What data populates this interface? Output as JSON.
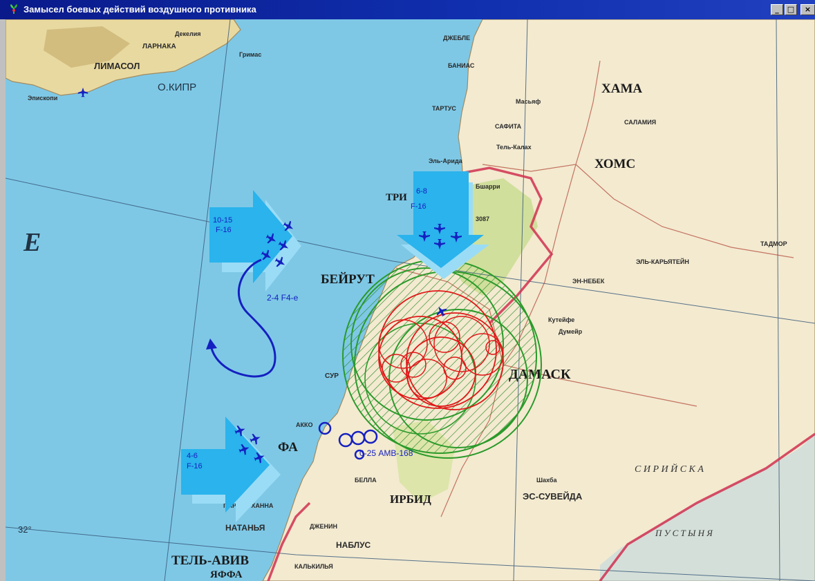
{
  "window": {
    "title": "Замысел боевых действий воздушного противника",
    "minimize": "_",
    "maximize": "□",
    "close": "×"
  },
  "colors": {
    "sea": "#7ec8e6",
    "land": "#f3ead0",
    "land_green": "#c9dd92",
    "cyprus": "#e8d9a0",
    "arrow_fill": "#2ab3ec",
    "arrow_edge": "#9adcf6",
    "zone_green": "#2a9a2a",
    "zone_red": "#e01818",
    "unit_blue": "#1520c0",
    "border": "#d03050"
  },
  "map": {
    "sea_letter": "Е",
    "cyprus": {
      "island": "О.КИПР",
      "limassol": "ЛИМАСОЛ",
      "larnaka": "ЛАРНАКА",
      "dekelia": "Декелия",
      "episkopi": "Эпископи",
      "grimas": "Гримас"
    },
    "cities": {
      "hama": "ХАМА",
      "homs": "ХОМС",
      "beirut": "БЕЙРУТ",
      "damask": "ДАМАСК",
      "tripoli": "ТРИ",
      "tel_aviv": "ТЕЛЬ-АВИВ",
      "yaffa": "ЯФФА",
      "hayfa": "ФА",
      "irbid": "ИРБИД",
      "natanya": "НАТАНЬЯ",
      "nablus": "НАБЛУС",
      "sur": "СУР",
      "akko": "АККО",
      "es_suveida": "ЭС-СУВЕЙДА",
      "dzhenin": "ДЖЕНИН",
      "bella": "БЕЛЛА"
    },
    "towns": {
      "dzheble": "ДЖЕБЛЕ",
      "banias": "БАНИАС",
      "tartus": "ТАРТУС",
      "safita": "САФИТА",
      "salamiya": "САЛАМИЯ",
      "masyaf": "Масьяф",
      "tel_kalah": "Тель-Калах",
      "el_arida": "Эль-Арида",
      "tadmor": "ТАДМОР",
      "karyatein": "ЭЛЬ-КАРЬЯТЕЙН",
      "nebek": "ЭН-НЕБЕК",
      "pardes_hanna": "ПАРДЕС-ХАННА",
      "kalkilia": "КАЛЬКИЛЬЯ",
      "bsharri": "Бшарри",
      "sirian": "С И Р И Й С К А",
      "pustynya": "П У С Т Ы Н Я",
      "dumeyr": "Думейр",
      "kuteyfe": "Кутейфе",
      "shahba": "Шахба"
    },
    "elevation": "3087",
    "lat": "32°"
  },
  "forces": {
    "group_north": {
      "count": "10-15",
      "type": "F-16"
    },
    "group_trip": {
      "count": "6-8",
      "type": "F-16"
    },
    "group_south": {
      "count": "4-6",
      "type": "F-16"
    },
    "loiter": "2-4 F4-е",
    "ground": "0-25 АМВ-168"
  }
}
